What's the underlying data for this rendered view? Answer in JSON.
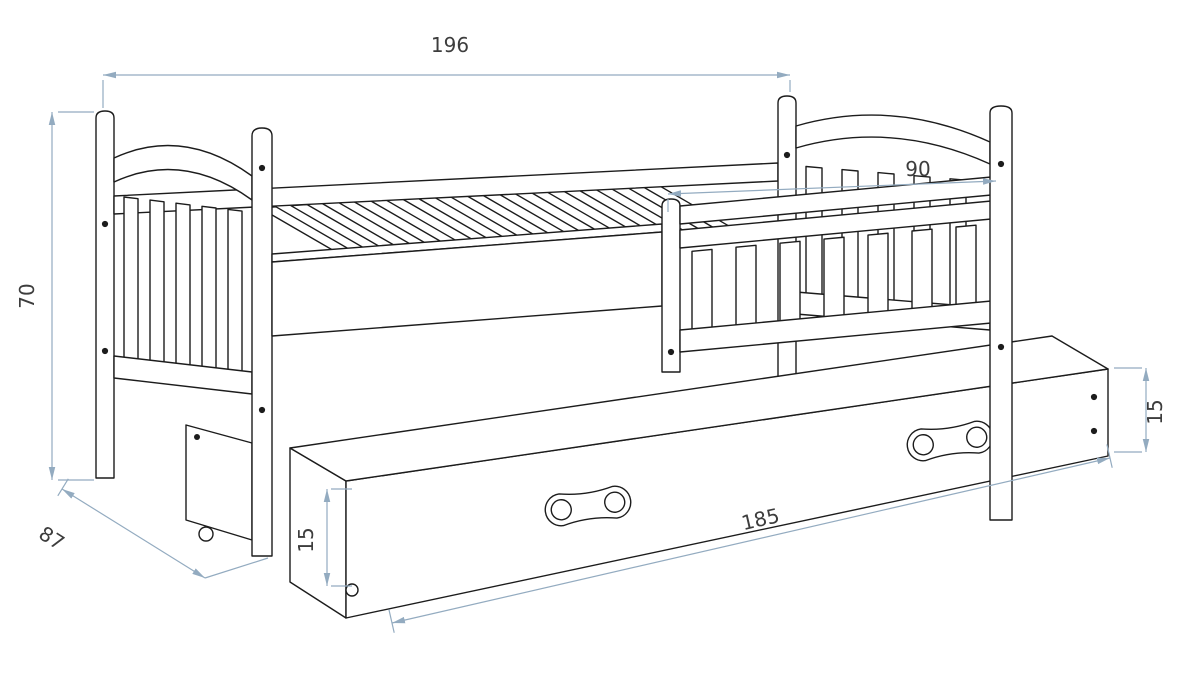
{
  "diagram": {
    "subject": "Children's bed with guard rail and pull-out storage drawer - dimensioned technical drawing",
    "dimensions": {
      "length_overall": "196",
      "height_overall": "70",
      "depth_overall": "87",
      "guard_rail_length": "90",
      "drawer_length": "185",
      "drawer_height_side": "15",
      "drawer_height_front": "15"
    },
    "colors": {
      "background": "#ffffff",
      "drawing_line": "#1c1c1c",
      "dimension": "#93abc0",
      "label_text": "#3d3d3d"
    }
  }
}
